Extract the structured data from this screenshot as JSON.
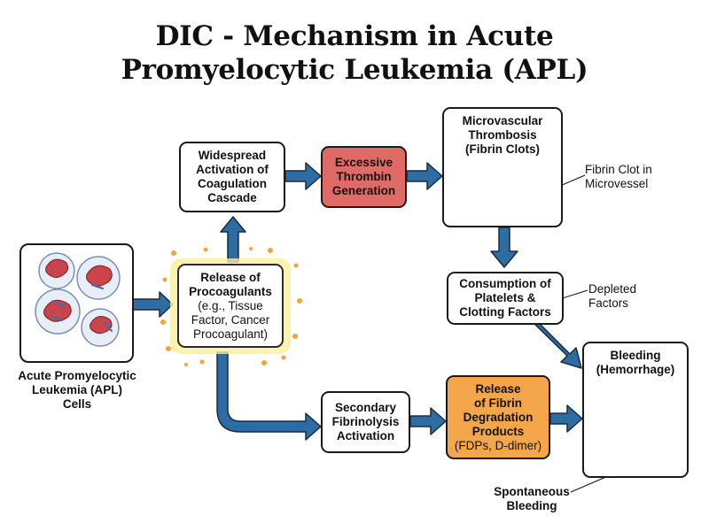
{
  "title": "DIC - Mechanism in Acute\nPromyelocytic Leukemia (APL)",
  "nodes": {
    "apl_cells": {
      "label": "Acute Promyelocytic\nLeukemia (APL)\nCells"
    },
    "procoagulants": {
      "title": "Release of\nProcoagulants",
      "detail": "(e.g., Tissue\nFactor, Cancer\nProcoagulant)"
    },
    "coagulation": {
      "label": "Widespread\nActivation of\nCoagulation\nCascade"
    },
    "thrombin": {
      "label": "Excessive\nThrombin\nGeneration"
    },
    "thrombosis": {
      "label": "Microvascular\nThrombosis\n(Fibrin Clots)"
    },
    "consumption": {
      "label": "Consumption of\nPlatelets &\nClotting Factors"
    },
    "fibrinolysis": {
      "label": "Secondary\nFibrinolysis\nActivation"
    },
    "fdp": {
      "title": "Release\nof Fibrin\nDegradation\nProducts",
      "detail": "(FDPs, D-dimer)"
    },
    "bleeding": {
      "label": "Bleeding\n(Hemorrhage)"
    }
  },
  "annotations": {
    "fibrin_clot": "Fibrin Clot in\nMicrovessel",
    "depleted": "Depleted\nFactors",
    "spontaneous": "Spontaneous\nBleeding"
  },
  "colors": {
    "arrow": "#2e6da4",
    "arrow_outline": "#1c2b3a",
    "thrombin_fill": "#e06b66",
    "fdp_fill": "#f5a54a",
    "procoag_glow": "#f3e58a",
    "dots": "#f0a43a",
    "blood": "#c8202b"
  }
}
